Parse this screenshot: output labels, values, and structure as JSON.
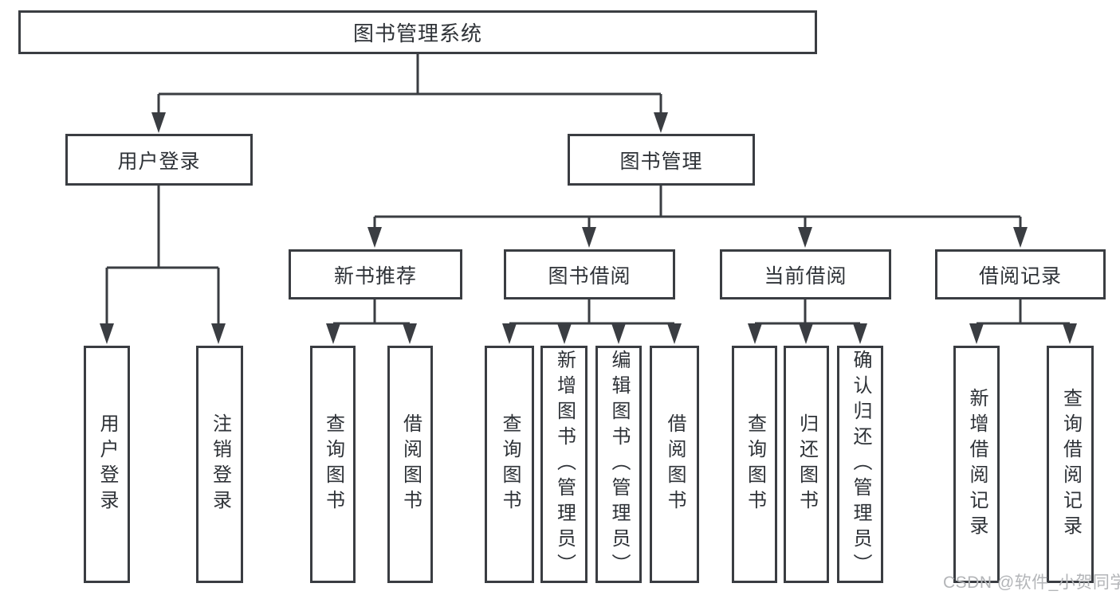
{
  "diagram": {
    "root": {
      "label": "图书管理系统"
    },
    "level2": [
      {
        "label": "用户登录"
      },
      {
        "label": "图书管理"
      }
    ],
    "level3": [
      {
        "label": "新书推荐",
        "parent": "图书管理"
      },
      {
        "label": "图书借阅",
        "parent": "图书管理"
      },
      {
        "label": "当前借阅",
        "parent": "图书管理"
      },
      {
        "label": "借阅记录",
        "parent": "图书管理"
      }
    ],
    "leaves": [
      {
        "label": "用户登录",
        "parent": "用户登录"
      },
      {
        "label": "注销登录",
        "parent": "用户登录"
      },
      {
        "label": "查询图书",
        "parent": "新书推荐"
      },
      {
        "label": "借阅图书",
        "parent": "新书推荐"
      },
      {
        "label": "查询图书",
        "parent": "图书借阅"
      },
      {
        "label": "新增图书（管理员）",
        "parent": "图书借阅"
      },
      {
        "label": "编辑图书（管理员）",
        "parent": "图书借阅"
      },
      {
        "label": "借阅图书",
        "parent": "图书借阅"
      },
      {
        "label": "查询图书",
        "parent": "当前借阅"
      },
      {
        "label": "归还图书",
        "parent": "当前借阅"
      },
      {
        "label": "确认归还（管理员）",
        "parent": "当前借阅"
      },
      {
        "label": "新增借阅记录",
        "parent": "借阅记录"
      },
      {
        "label": "查询借阅记录",
        "parent": "借阅记录"
      }
    ]
  },
  "watermark": {
    "text": "CSDN @软件_小贺同学"
  },
  "colors": {
    "line": "#3a3d42",
    "text": "#2e3237",
    "watermark": "#b3b5b8",
    "background": "#ffffff"
  }
}
